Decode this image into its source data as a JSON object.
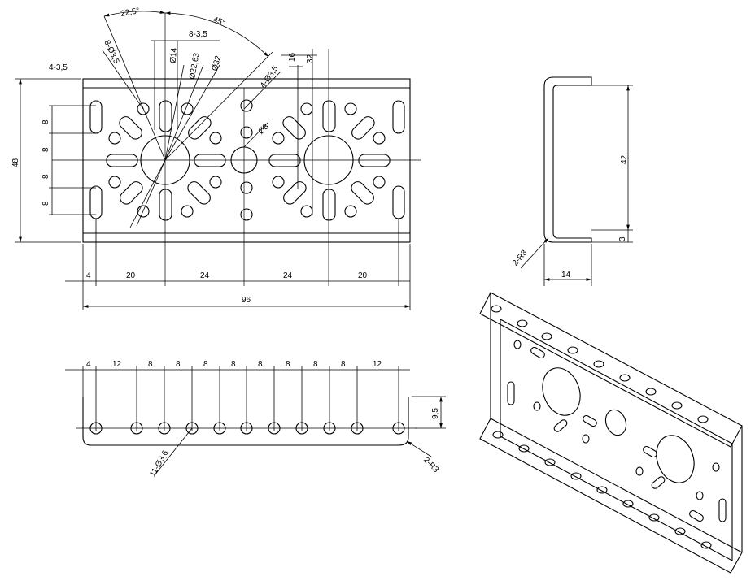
{
  "front": {
    "angles": {
      "a1": "22,5°",
      "a2": "45°"
    },
    "callouts": {
      "c1": "8-3,5",
      "c2": "4-3,5",
      "c3": "8-Ø3,5",
      "c4": "Ø14",
      "c5": "Ø22,63",
      "c6": "Ø32",
      "c7": "4-Ø3,5",
      "c8": "16",
      "c9": "32",
      "c10": "Ø8"
    },
    "height": "48",
    "pitch": [
      "8",
      "8",
      "8",
      "8"
    ],
    "bottom_dims": [
      "4",
      "20",
      "24",
      "24",
      "20"
    ],
    "overall": "96"
  },
  "side": {
    "height": "42",
    "thickness": "3",
    "radius": "2-R3",
    "width": "14"
  },
  "top": {
    "dims": [
      "4",
      "12",
      "8",
      "8",
      "8",
      "8",
      "8",
      "8",
      "8",
      "8",
      "12"
    ],
    "height": "9,5",
    "holes": "11-Ø3,6",
    "radius": "2-R3"
  }
}
